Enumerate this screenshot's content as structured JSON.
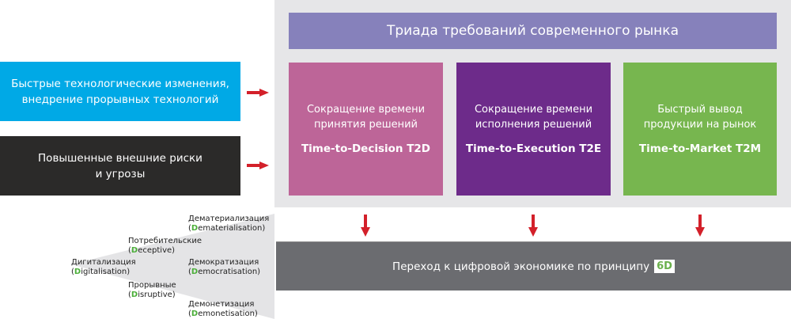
{
  "header": {
    "title": "Триада требований современного рынка"
  },
  "drivers": [
    {
      "line1": "Быстрые технологические изменения,",
      "line2": "внедрение прорывных технологий",
      "color": "#00a9e6"
    },
    {
      "line1": "Повышенные внешние риски",
      "line2": "и угрозы",
      "color": "#2b2a29"
    }
  ],
  "requirements": [
    {
      "line1": "Сокращение времени",
      "line2": "принятия решений",
      "code": "Time-to-Decision T2D",
      "color": "#bd6598"
    },
    {
      "line1": "Сокращение времени",
      "line2": "исполнения решений",
      "code": "Time-to-Execution T2E",
      "color": "#6d2b8a"
    },
    {
      "line1": "Быстрый вывод",
      "line2": "продукции на рынок",
      "code": "Time-to-Market T2M",
      "color": "#77b64f"
    }
  ],
  "result": {
    "text": "Переход к цифровой экономике по принципу",
    "badge": "6D"
  },
  "six_d": [
    {
      "ru": "Дигитализация",
      "en_first": "D",
      "en_rest": "igitalisation)"
    },
    {
      "ru": "Потребительские",
      "en_first": "D",
      "en_rest": "eceptive)"
    },
    {
      "ru": "Прорывные",
      "en_first": "D",
      "en_rest": "isruptive)"
    },
    {
      "ru": "Дематериализация",
      "en_first": "D",
      "en_rest": "ematerialisation)"
    },
    {
      "ru": "Демократизация",
      "en_first": "D",
      "en_rest": "emocratisation)"
    },
    {
      "ru": "Демонетизация",
      "en_first": "D",
      "en_rest": "emonetisation)"
    }
  ],
  "colors": {
    "arrow": "#d3202a"
  }
}
